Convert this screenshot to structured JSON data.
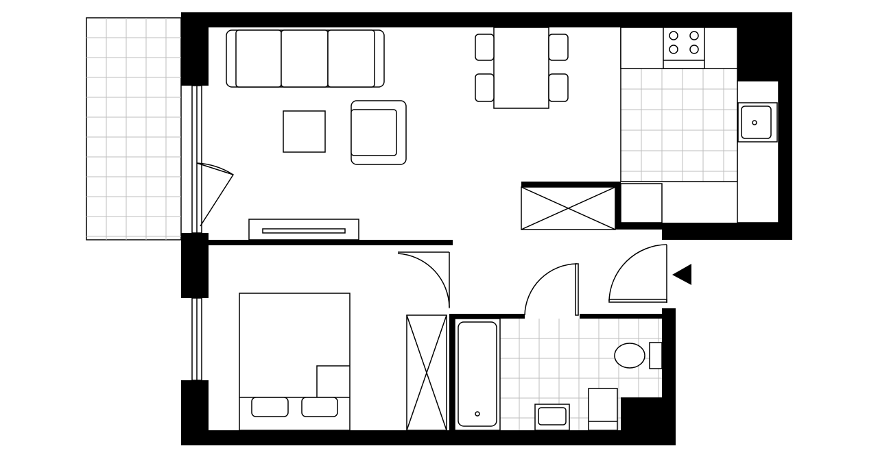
{
  "colors": {
    "wall": "#000000",
    "floor": "#ffffff",
    "tile_grid": "#bdbdbd"
  },
  "rooms": [
    "balcony",
    "living-room",
    "kitchen",
    "bedroom",
    "bathroom",
    "hallway"
  ],
  "icons": [
    "entrance-arrow-icon"
  ]
}
